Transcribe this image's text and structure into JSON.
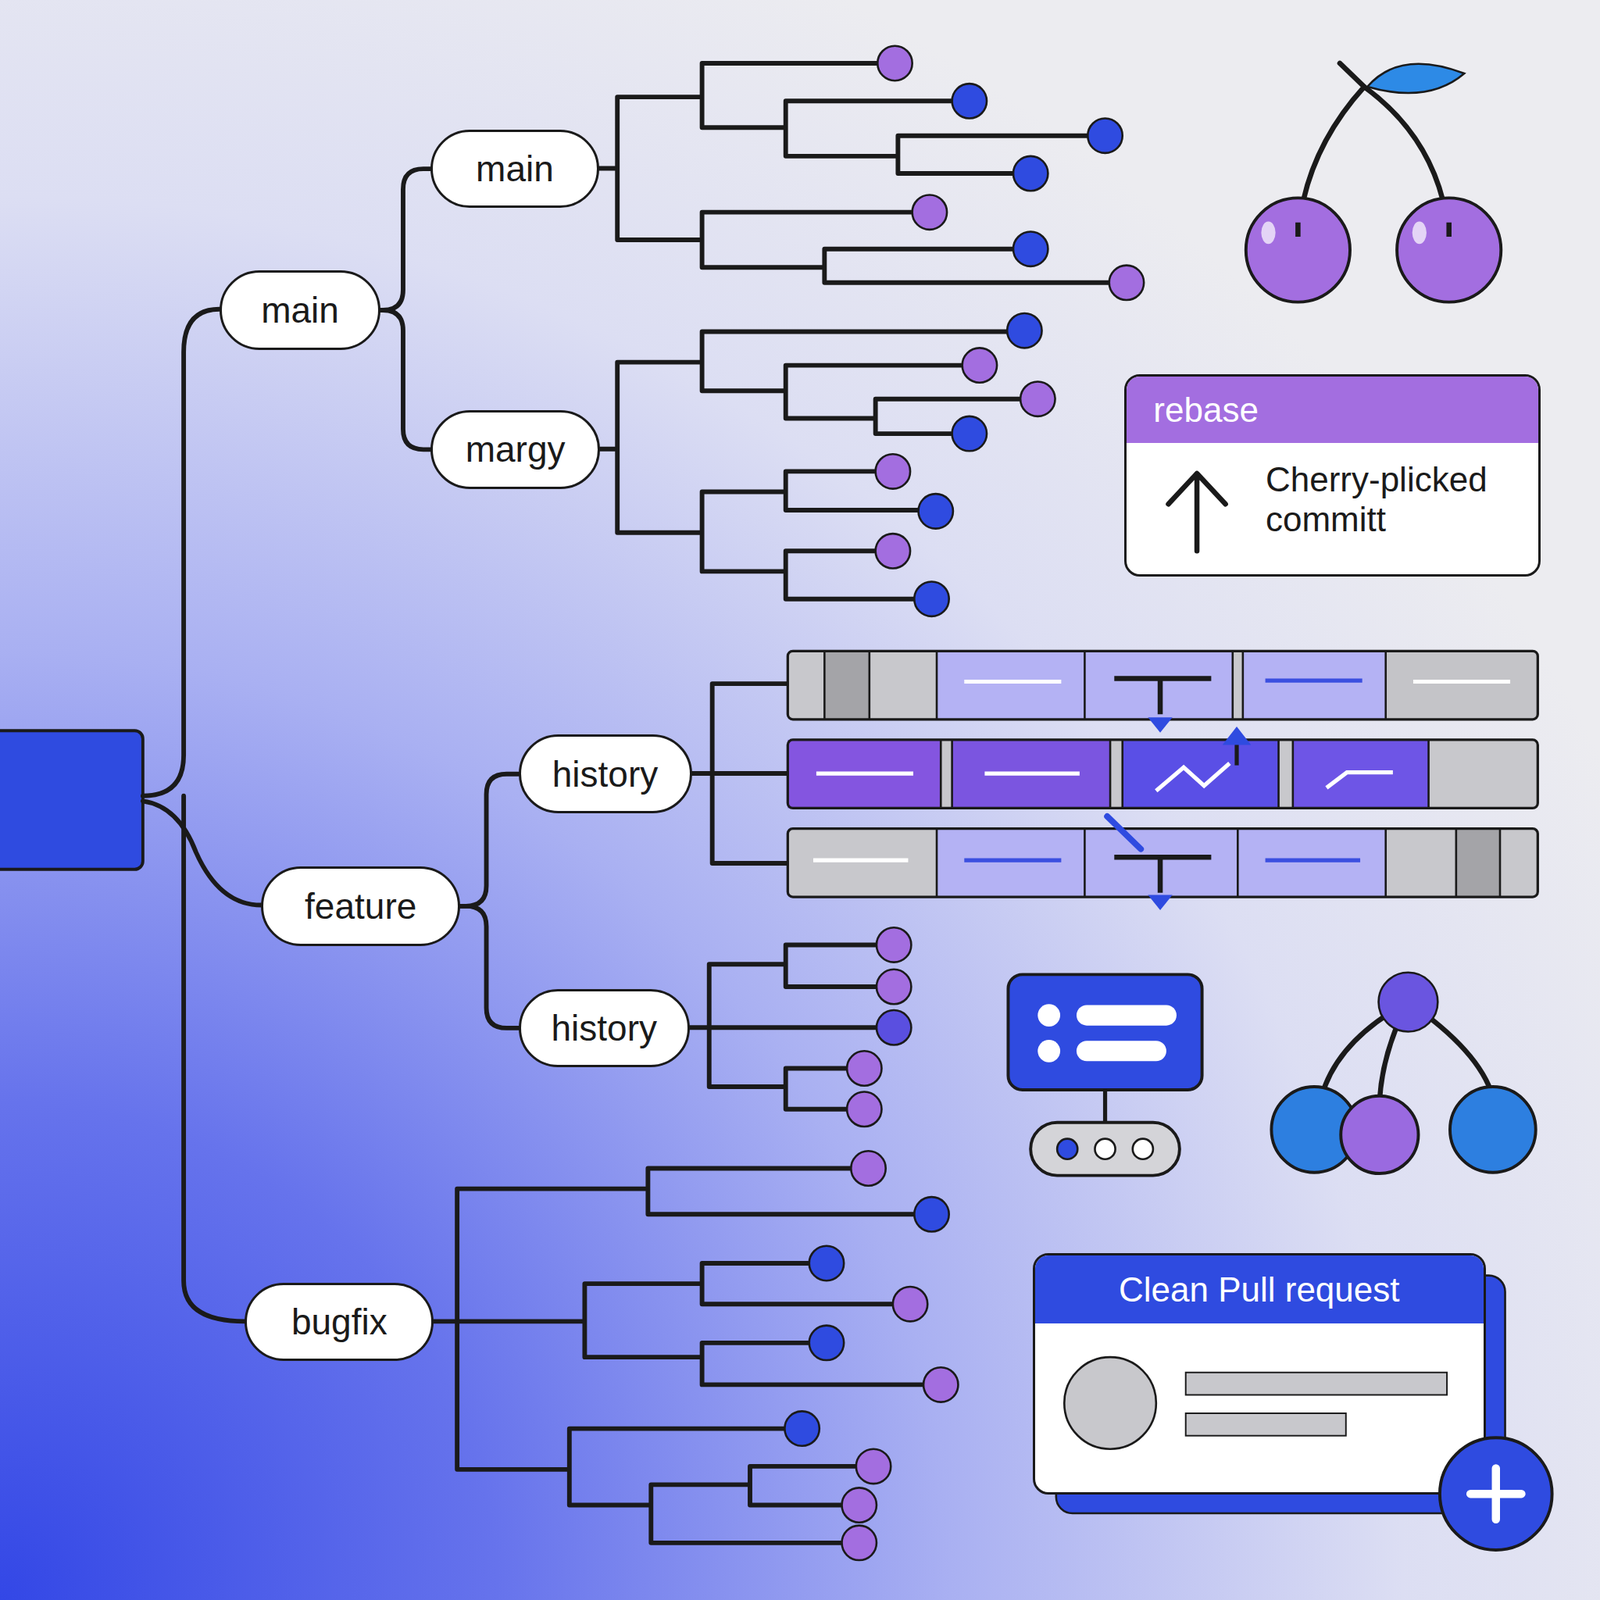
{
  "diagram": {
    "nodes": [
      {
        "text": [
          "main"
        ]
      },
      {
        "text": [
          "main"
        ]
      },
      {
        "text": [
          "margy"
        ]
      },
      {
        "text": [
          "rebase",
          "Cherry-plicked committ"
        ]
      },
      {
        "text": [
          "history"
        ]
      },
      {
        "text": [
          "feature"
        ]
      },
      {
        "text": [
          "history"
        ]
      },
      {
        "text": [
          "bugfix"
        ]
      },
      {
        "text": [
          "Clean Pull request"
        ]
      }
    ],
    "edges": [
      {
        "from": 0,
        "to": 1,
        "arrow": "none"
      },
      {
        "from": 0,
        "to": 2,
        "arrow": "none"
      },
      {
        "from": 5,
        "to": 4,
        "arrow": "none"
      },
      {
        "from": 5,
        "to": 6,
        "arrow": "none"
      }
    ]
  }
}
